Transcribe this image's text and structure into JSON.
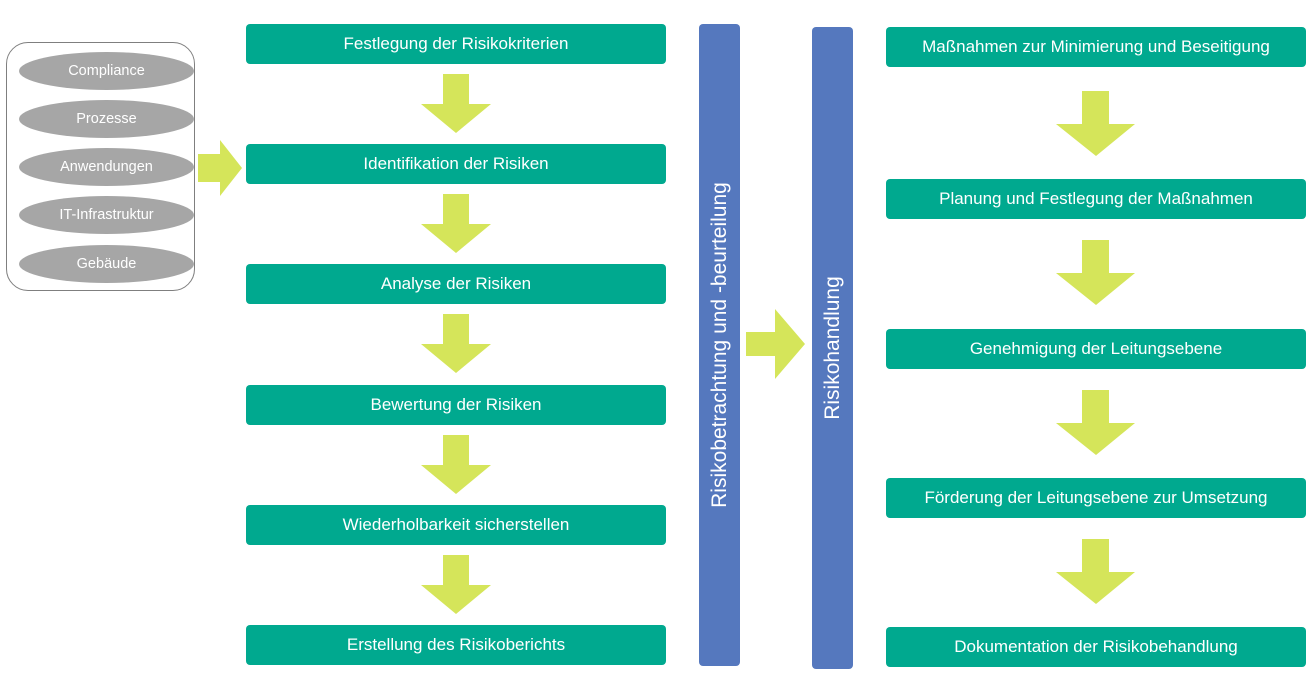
{
  "colors": {
    "step_fill": "#00a98f",
    "phase_fill": "#5578be",
    "arrow_fill": "#d5e55a",
    "scope_item_fill": "#a6a6a6",
    "scope_border": "#7f7f7f"
  },
  "scope": {
    "items": [
      "Compliance",
      "Prozesse",
      "Anwendungen",
      "IT-Infrastruktur",
      "Gebäude"
    ]
  },
  "assessment": {
    "steps": [
      "Festlegung der Risikokriterien",
      "Identifikation der Risiken",
      "Analyse der Risiken",
      "Bewertung der Risiken",
      "Wiederholbarkeit sicherstellen",
      "Erstellung des Risikoberichts"
    ]
  },
  "phases": {
    "assessment_label": "Risikobetrachtung und -beurteilung",
    "treatment_label": "Risikohandlung"
  },
  "treatment": {
    "steps": [
      "Maßnahmen zur Minimierung und Beseitigung",
      "Planung und Festlegung der Maßnahmen",
      "Genehmigung der Leitungsebene",
      "Förderung der Leitungsebene zur Umsetzung",
      "Dokumentation der Risikobehandlung"
    ]
  }
}
